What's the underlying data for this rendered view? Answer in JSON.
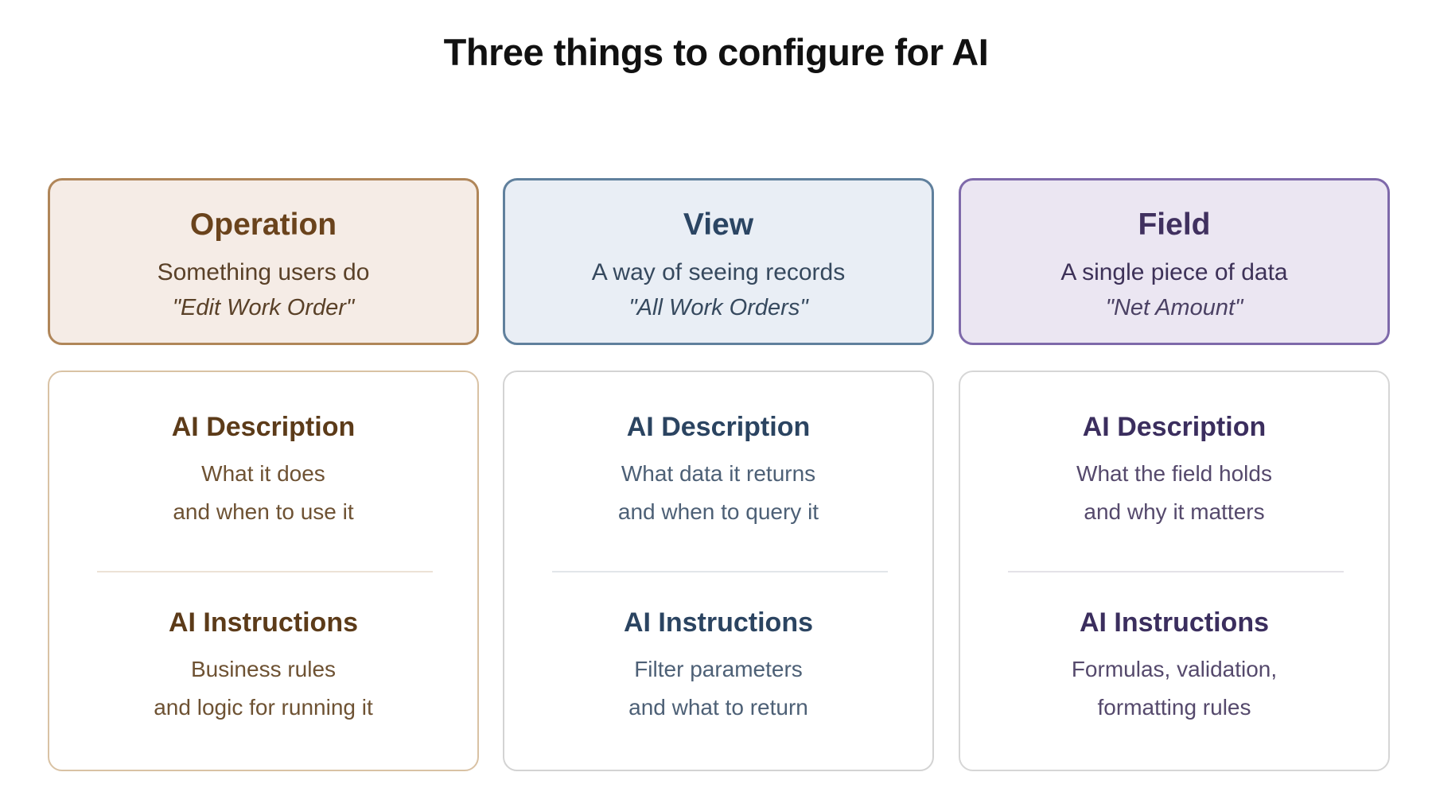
{
  "title": "Three things to configure for AI",
  "columns": [
    {
      "key": "operation",
      "header": {
        "title": "Operation",
        "subtitle": "Something users do",
        "example": "\"Edit Work Order\""
      },
      "ai_description": {
        "title": "AI Description",
        "lines": [
          "What it does",
          "and when to use it"
        ]
      },
      "ai_instructions": {
        "title": "AI Instructions",
        "lines": [
          "Business rules",
          "and logic for running it"
        ]
      }
    },
    {
      "key": "view",
      "header": {
        "title": "View",
        "subtitle": "A way of seeing records",
        "example": "\"All Work Orders\""
      },
      "ai_description": {
        "title": "AI Description",
        "lines": [
          "What data it returns",
          "and when to query it"
        ]
      },
      "ai_instructions": {
        "title": "AI Instructions",
        "lines": [
          "Filter parameters",
          "and what to return"
        ]
      }
    },
    {
      "key": "field",
      "header": {
        "title": "Field",
        "subtitle": "A single piece of data",
        "example": "\"Net Amount\""
      },
      "ai_description": {
        "title": "AI Description",
        "lines": [
          "What the field holds",
          "and why it matters"
        ]
      },
      "ai_instructions": {
        "title": "AI Instructions",
        "lines": [
          "Formulas, validation,",
          "formatting rules"
        ]
      }
    }
  ],
  "colors": {
    "operation_accent": "#b08659",
    "view_accent": "#60809d",
    "field_accent": "#7e69aa"
  }
}
